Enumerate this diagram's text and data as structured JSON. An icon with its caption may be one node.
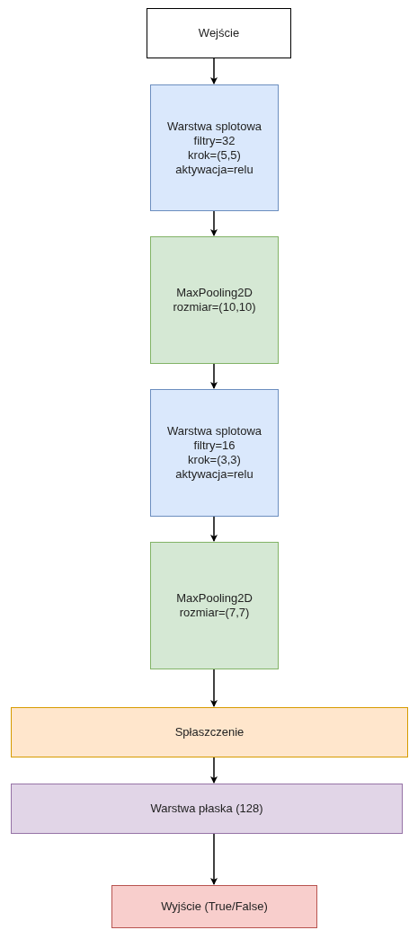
{
  "diagram": {
    "nodes": [
      {
        "text": [
          "Wejście"
        ]
      },
      {
        "text": [
          "Warstwa splotowa",
          "filtry=32",
          "krok=(5,5)",
          "aktywacja=relu"
        ]
      },
      {
        "text": [
          "MaxPooling2D",
          "rozmiar=(10,10)"
        ]
      },
      {
        "text": [
          "Warstwa splotowa",
          "filtry=16",
          "krok=(3,3)",
          "aktywacja=relu"
        ]
      },
      {
        "text": [
          "MaxPooling2D",
          "rozmiar=(7,7)"
        ]
      },
      {
        "text": [
          "Spłaszczenie"
        ]
      },
      {
        "text": [
          "Warstwa płaska (128)"
        ]
      },
      {
        "text": [
          "Wyjście (True/False)"
        ]
      }
    ],
    "edges": [
      {
        "from": 0,
        "to": 1,
        "arrow": "to"
      },
      {
        "from": 1,
        "to": 2,
        "arrow": "to"
      },
      {
        "from": 2,
        "to": 3,
        "arrow": "to"
      },
      {
        "from": 3,
        "to": 4,
        "arrow": "to"
      },
      {
        "from": 4,
        "to": 5,
        "arrow": "to"
      },
      {
        "from": 5,
        "to": 6,
        "arrow": "to"
      },
      {
        "from": 6,
        "to": 7,
        "arrow": "to"
      }
    ]
  }
}
